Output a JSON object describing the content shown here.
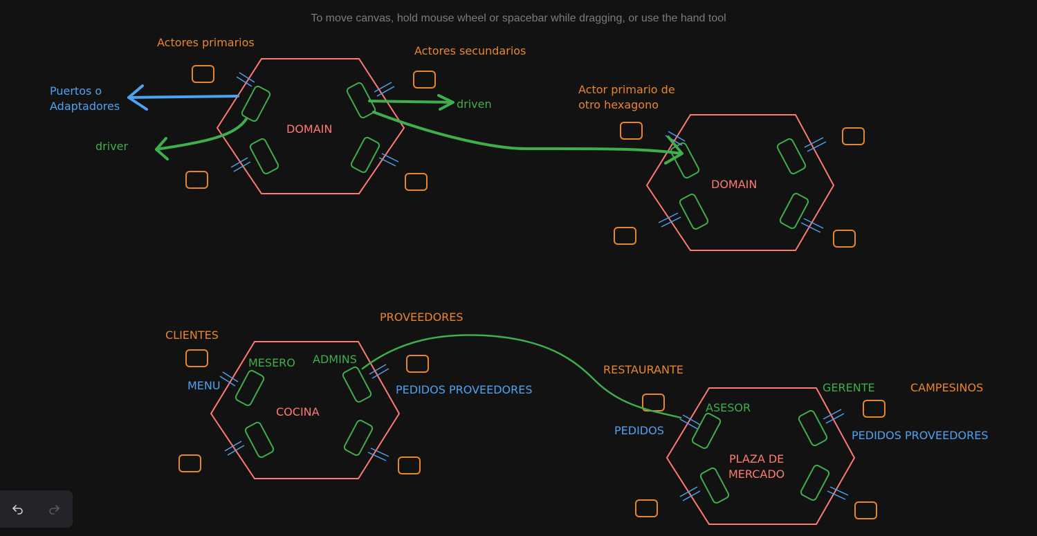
{
  "hint": "To move canvas, hold mouse wheel or spacebar while dragging, or use the hand tool",
  "colors": {
    "background": "#121212",
    "hexagon": "#ff7a75",
    "adapter": "#3fae4c",
    "actor": "#e8862a",
    "port": "#4ea3f0"
  },
  "labels": {
    "actores_primarios": "Actores primarios",
    "actores_secundarios": "Actores secundarios",
    "puertos": "Puertos o\nAdaptadores",
    "driven": "driven",
    "driver": "driver",
    "actor_primario_otro": "Actor primario de\notro hexagono",
    "domain_1": "DOMAIN",
    "domain_2": "DOMAIN",
    "clientes": "CLIENTES",
    "proveedores": "PROVEEDORES",
    "mesero": "MESERO",
    "admins": "ADMINS",
    "menu": "MENU",
    "cocina": "COCINA",
    "pedidos_proveedores_1": "PEDIDOS PROVEEDORES",
    "restaurante": "RESTAURANTE",
    "gerente": "GERENTE",
    "campesinos": "CAMPESINOS",
    "asesor": "ASESOR",
    "pedidos": "PEDIDOS",
    "pedidos_proveedores_2": "PEDIDOS PROVEEDORES",
    "plaza": "PLAZA DE\nMERCADO"
  },
  "toolbar": {
    "undo_icon": "undo-icon",
    "redo_icon": "redo-icon"
  }
}
